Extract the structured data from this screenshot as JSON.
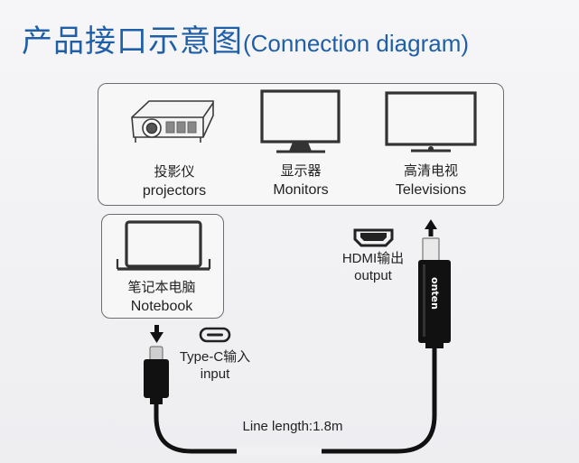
{
  "title": {
    "cn": "产品接口示意图",
    "en": "(Connection diagram)"
  },
  "devices": [
    {
      "cn": "投影仪",
      "en": "projectors",
      "icon": "projector-icon"
    },
    {
      "cn": "显示器",
      "en": "Monitors",
      "icon": "monitor-icon"
    },
    {
      "cn": "高清电视",
      "en": "Televisions",
      "icon": "television-icon"
    }
  ],
  "notebook": {
    "cn": "笔记本电脑",
    "en": "Notebook",
    "icon": "laptop-icon"
  },
  "hdmi": {
    "line1": "HDMI输出",
    "line2": "output"
  },
  "typec": {
    "line1": "Type-C输入",
    "line2": "input"
  },
  "brand": "onten",
  "cable": {
    "length_label": "Line length:1.8m"
  },
  "colors": {
    "title": "#1f5fa8",
    "cable": "#111111",
    "outline": "#555555"
  }
}
